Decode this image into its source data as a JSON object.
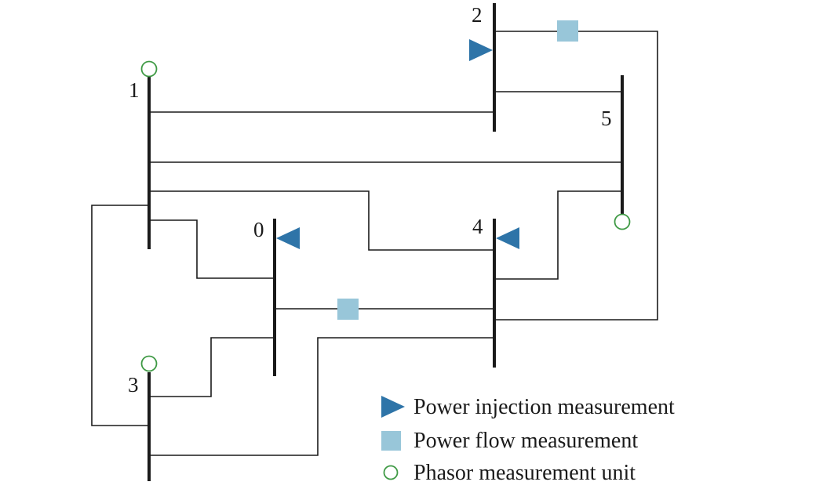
{
  "colors": {
    "injection": "#2e74a8",
    "flow": "#98c6d9",
    "pmu": "#3f9a45",
    "line": "#1a1a1a"
  },
  "buses": [
    {
      "id": "0",
      "label": "0"
    },
    {
      "id": "1",
      "label": "1"
    },
    {
      "id": "2",
      "label": "2"
    },
    {
      "id": "3",
      "label": "3"
    },
    {
      "id": "4",
      "label": "4"
    },
    {
      "id": "5",
      "label": "5"
    }
  ],
  "branches": [
    {
      "from": "1",
      "to": "2"
    },
    {
      "from": "1",
      "to": "5"
    },
    {
      "from": "1",
      "to": "4"
    },
    {
      "from": "1",
      "to": "3"
    },
    {
      "from": "1",
      "to": "0"
    },
    {
      "from": "2",
      "to": "5"
    },
    {
      "from": "2",
      "to": "4"
    },
    {
      "from": "0",
      "to": "4"
    },
    {
      "from": "0",
      "to": "3"
    },
    {
      "from": "4",
      "to": "5"
    },
    {
      "from": "4",
      "to": "3"
    }
  ],
  "measurements": {
    "power_injection": [
      "2",
      "0",
      "4"
    ],
    "power_flow": [
      {
        "from": "2",
        "to": "4"
      },
      {
        "from": "0",
        "to": "4"
      }
    ],
    "pmu": [
      "1",
      "5",
      "3"
    ]
  },
  "legend": [
    {
      "icon": "triangle-icon",
      "label": "Power injection measurement"
    },
    {
      "icon": "square-icon",
      "label": "Power flow measurement"
    },
    {
      "icon": "circle-icon",
      "label": "Phasor measurement unit"
    }
  ]
}
